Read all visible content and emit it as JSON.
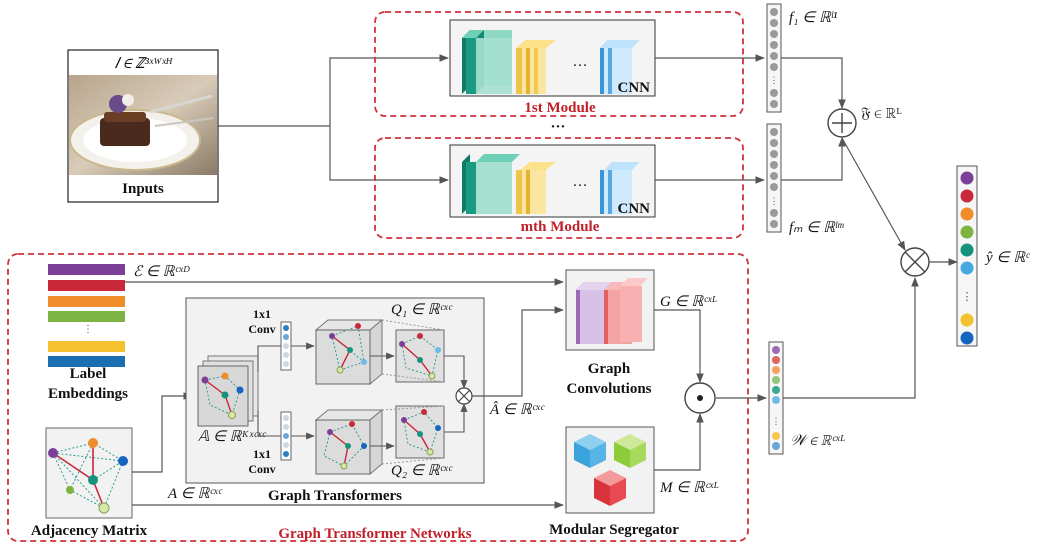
{
  "inputs": {
    "formula": "𝐼 ∈ ℤ³ˣᵂˣᴴ",
    "caption": "Inputs"
  },
  "modules": {
    "first": {
      "label": "1st Module",
      "cnn": "CNN",
      "feature": "f₁ ∈ ℝˡ¹"
    },
    "ellipsis": "···",
    "last": {
      "label": "mth Module",
      "cnn": "CNN",
      "feature": "fₘ ∈ ℝˡᵐ"
    }
  },
  "fusion": {
    "fused": "𝔉 ∈ ℝᴸ",
    "output": "ŷ ∈ ℝᶜ",
    "output_colors": [
      "#7b3f98",
      "#c8283a",
      "#f08c2a",
      "#7cb342",
      "#17937d",
      "#45a9e0",
      "#f5c12e",
      "#1565c0"
    ]
  },
  "gtn": {
    "title": "Graph Transformer Networks",
    "embedding_formula": "ℰ ∈ ℝᶜˣᴰ",
    "label_embeddings": [
      "Label",
      "Embeddings"
    ],
    "embedding_colors": [
      "#7b3f98",
      "#c8283a",
      "#f08c2a",
      "#7cb342",
      "#f5c12e",
      "#1a6fb0"
    ],
    "adjacency_caption": "Adjacency Matrix",
    "adjacency_formula": "A ∈ ℝᶜˣᶜ",
    "stack_formula": "𝔸 ∈ ℝᴷˣᶜˣᶜ",
    "conv_top": [
      "1x1",
      "Conv"
    ],
    "conv_bottom": [
      "1x1",
      "Conv"
    ],
    "q1": "Q₁ ∈ ℝᶜˣᶜ",
    "q2": "Q₂ ∈ ℝᶜˣᶜ",
    "a_hat": "Â ∈ ℝᶜˣᶜ",
    "transformers_caption": "Graph Transformers",
    "gconv_formula": "G ∈ ℝᶜˣᴸ",
    "gconv_caption": [
      "Graph",
      "Convolutions"
    ],
    "m_formula": "M ∈ ℝᶜˣᴸ",
    "segregator_caption": "Modular Segregator",
    "w_formula": "𝒲 ∈ ℝᶜˣᴸ",
    "w_colors": [
      "#9b6bb5",
      "#e06666",
      "#f5a25d",
      "#93c47d",
      "#3aa98f",
      "#6fbbe6",
      "#f5c94e",
      "#6aa5d8"
    ]
  }
}
